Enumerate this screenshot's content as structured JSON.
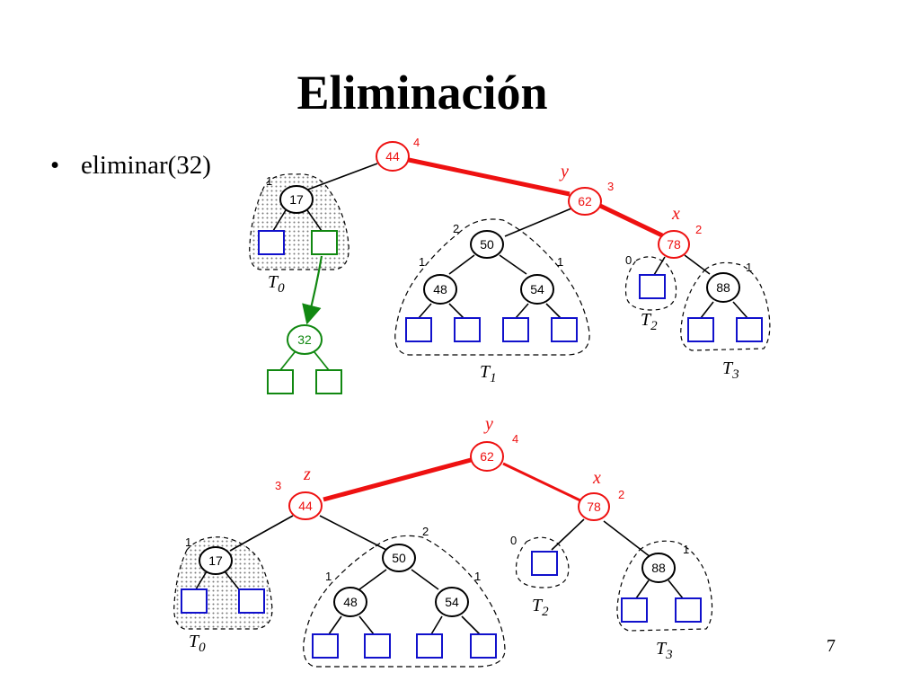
{
  "slide": {
    "title": "Eliminación",
    "bullet_marker": "•",
    "bullet_text": "eliminar(32)",
    "page_number": "7"
  },
  "colors": {
    "red": "#ee1111",
    "black": "#000000",
    "green": "#118811",
    "blue": "#1111cc",
    "shade": "#cfcfcf"
  },
  "diagram": {
    "before": {
      "nodes": [
        {
          "key": "44",
          "height": "4",
          "color": "red"
        },
        {
          "key": "17",
          "height": "1",
          "color": "black"
        },
        {
          "key": "62",
          "height": "3",
          "color": "red",
          "label": "y"
        },
        {
          "key": "50",
          "height": "2",
          "color": "black"
        },
        {
          "key": "78",
          "height": "2",
          "color": "red",
          "label": "x"
        },
        {
          "key": "48",
          "height": "1",
          "color": "black"
        },
        {
          "key": "54",
          "height": "1",
          "color": "black"
        },
        {
          "key": "88",
          "height": "1",
          "color": "black"
        },
        {
          "key": "32",
          "height": "",
          "color": "green"
        }
      ],
      "subtrees": [
        {
          "name": "T",
          "sub": "0"
        },
        {
          "name": "T",
          "sub": "1"
        },
        {
          "name": "T",
          "sub": "2",
          "height": "0"
        },
        {
          "name": "T",
          "sub": "3"
        }
      ]
    },
    "after": {
      "nodes": [
        {
          "key": "62",
          "height": "4",
          "color": "red",
          "label": "y"
        },
        {
          "key": "44",
          "height": "3",
          "color": "red",
          "label": "z"
        },
        {
          "key": "78",
          "height": "2",
          "color": "red",
          "label": "x"
        },
        {
          "key": "17",
          "height": "1",
          "color": "black"
        },
        {
          "key": "50",
          "height": "2",
          "color": "black"
        },
        {
          "key": "48",
          "height": "1",
          "color": "black"
        },
        {
          "key": "54",
          "height": "1",
          "color": "black"
        },
        {
          "key": "88",
          "height": "1",
          "color": "black"
        }
      ],
      "subtrees": [
        {
          "name": "T",
          "sub": "0"
        },
        {
          "name": "T",
          "sub": "2",
          "height": "0"
        },
        {
          "name": "T",
          "sub": "3"
        }
      ]
    }
  }
}
